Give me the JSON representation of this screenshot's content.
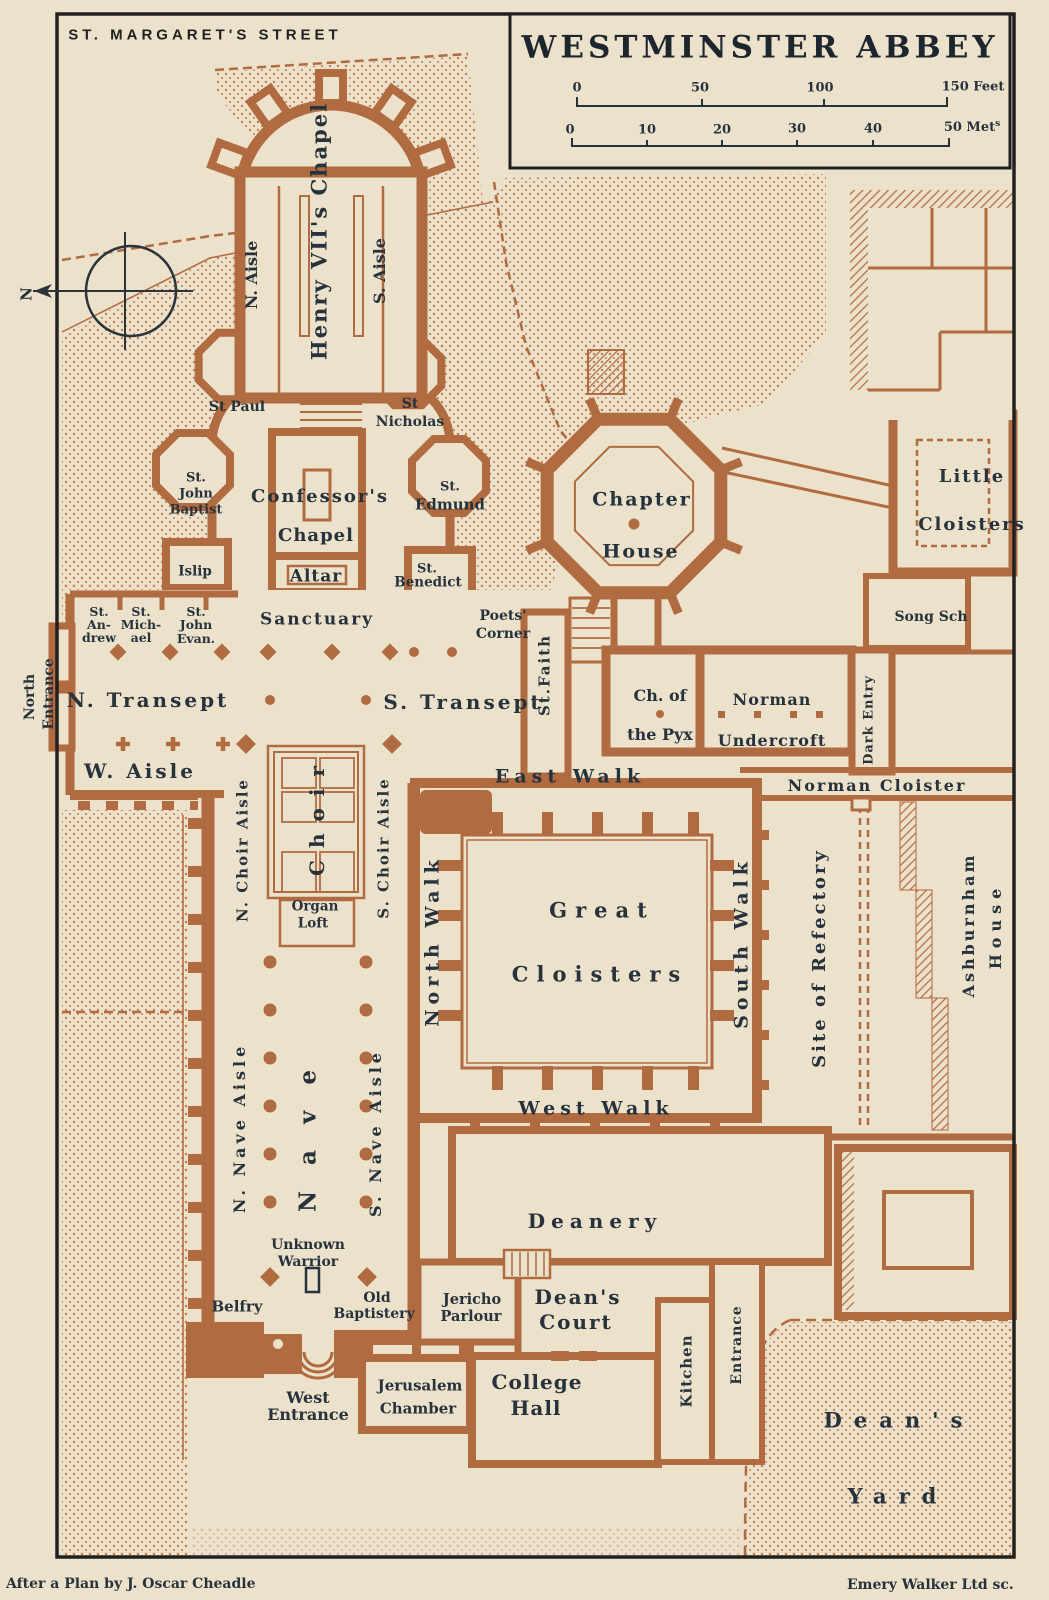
{
  "title": "WESTMINSTER ABBEY",
  "street": "ST. MARGARET'S STREET",
  "compass": {
    "north": "N"
  },
  "scale": {
    "feet": {
      "ticks": [
        "0",
        "50",
        "100"
      ],
      "end": "150 Feet"
    },
    "meters": {
      "ticks": [
        "0",
        "10",
        "20",
        "30",
        "40"
      ],
      "end": "50 Met",
      "end_sup": "s"
    }
  },
  "credits": {
    "left": "After a Plan by J. Oscar Cheadle",
    "right": "Emery Walker Ltd sc."
  },
  "colors": {
    "paper": "#ece1ca",
    "wall": "#b06b40",
    "stipple": "#c57d4e",
    "ink": "#26323c",
    "frame": "#202020"
  },
  "labels": {
    "henry_vii": "Henry VII's Chapel",
    "n_aisle": "N. Aisle",
    "s_aisle": "S. Aisle",
    "st_paul": "St Paul",
    "st_nicholas_1": "St",
    "st_nicholas_2": "Nicholas",
    "st_john_baptist_1": "St.",
    "st_john_baptist_2": "John",
    "st_john_baptist_3": "Baptist",
    "confessors_1": "Confessor's",
    "confessors_2": "Chapel",
    "st_edmund_1": "St.",
    "st_edmund_2": "Edmund",
    "islip": "Islip",
    "altar": "Altar",
    "st_benedict_1": "St.",
    "st_benedict_2": "Benedict",
    "sanctuary": "Sanctuary",
    "st_andrew_1": "St.",
    "st_andrew_2": "An-",
    "st_andrew_3": "drew",
    "st_michael_1": "St.",
    "st_michael_2": "Mich-",
    "st_michael_3": "ael",
    "st_john_evan_1": "St.",
    "st_john_evan_2": "John",
    "st_john_evan_3": "Evan.",
    "poets_1": "Poets'",
    "poets_2": "Corner",
    "north_entrance_1": "North",
    "north_entrance_2": "Entrance",
    "n_transept": "N. Transept",
    "s_transept": "S. Transept",
    "st_faith": "St.Faith",
    "chapter_1": "Chapter",
    "chapter_2": "House",
    "little_1": "Little",
    "little_2": "Cloisters",
    "song_sch": "Song Sch",
    "pyx_1": "Ch. of",
    "pyx_2": "the Pyx",
    "undercroft_1": "Norman",
    "undercroft_2": "Undercroft",
    "dark_entry": "Dark Entry",
    "w_aisle": "W. Aisle",
    "east_walk": "East Walk",
    "norman_cloister": "Norman Cloister",
    "n_choir_aisle": "N. Choir Aisle",
    "choir": "Choir",
    "s_choir_aisle": "S. Choir Aisle",
    "organ_1": "Organ",
    "organ_2": "Loft",
    "north_walk": "North Walk",
    "great_1": "Great",
    "great_2": "Cloisters",
    "south_walk": "South Walk",
    "refectory": "Site of Refectory",
    "ashburnham_1": "Ashburnham",
    "ashburnham_2": "House",
    "n_nave_aisle": "N. Nave Aisle",
    "nave": "Nave",
    "s_nave_aisle": "S. Nave Aisle",
    "west_walk": "West Walk",
    "deanery": "Deanery",
    "unknown_1": "Unknown",
    "unknown_2": "Warrior",
    "belfry": "Belfry",
    "baptistery_1": "Old",
    "baptistery_2": "Baptistery",
    "jericho_1": "Jericho",
    "jericho_2": "Parlour",
    "court_1": "Dean's",
    "court_2": "Court",
    "kitchen": "Kitchen",
    "entrance": "Entrance",
    "west_entrance_1": "West",
    "west_entrance_2": "Entrance",
    "jerusalem_1": "Jerusalem",
    "jerusalem_2": "Chamber",
    "college_1": "College",
    "college_2": "Hall",
    "yard_1": "Dean's",
    "yard_2": "Yard"
  }
}
